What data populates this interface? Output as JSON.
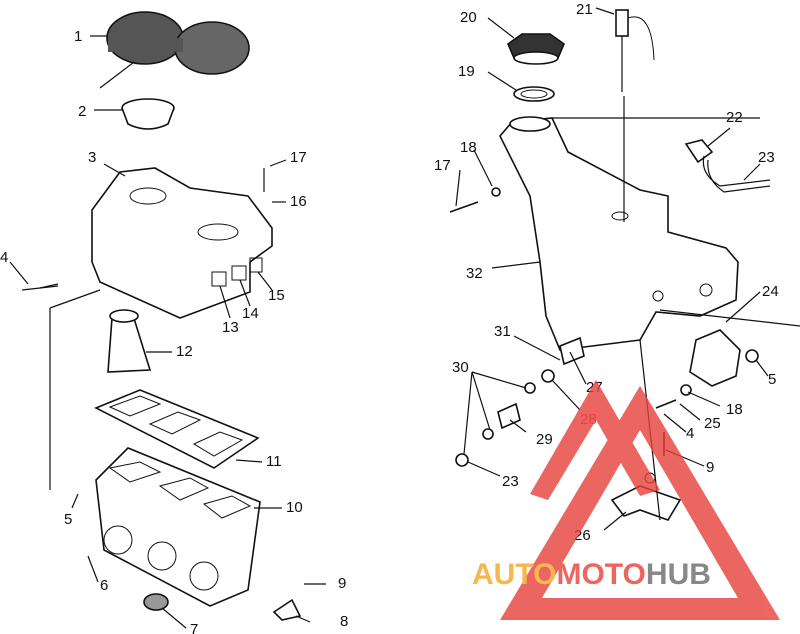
{
  "diagram": {
    "callouts": [
      {
        "id": "c1",
        "text": "1"
      },
      {
        "id": "c2",
        "text": "2"
      },
      {
        "id": "c3",
        "text": "3"
      },
      {
        "id": "c4l",
        "text": "4"
      },
      {
        "id": "c5l",
        "text": "5"
      },
      {
        "id": "c6",
        "text": "6"
      },
      {
        "id": "c7",
        "text": "7"
      },
      {
        "id": "c8",
        "text": "8"
      },
      {
        "id": "c9l",
        "text": "9"
      },
      {
        "id": "c10",
        "text": "10"
      },
      {
        "id": "c11",
        "text": "11"
      },
      {
        "id": "c12",
        "text": "12"
      },
      {
        "id": "c13",
        "text": "13"
      },
      {
        "id": "c14",
        "text": "14"
      },
      {
        "id": "c15",
        "text": "15"
      },
      {
        "id": "c16",
        "text": "16"
      },
      {
        "id": "c17l",
        "text": "17"
      },
      {
        "id": "c17r",
        "text": "17"
      },
      {
        "id": "c18a",
        "text": "18"
      },
      {
        "id": "c18b",
        "text": "18"
      },
      {
        "id": "c19",
        "text": "19"
      },
      {
        "id": "c20",
        "text": "20"
      },
      {
        "id": "c21",
        "text": "21"
      },
      {
        "id": "c22",
        "text": "22"
      },
      {
        "id": "c23a",
        "text": "23"
      },
      {
        "id": "c23b",
        "text": "23"
      },
      {
        "id": "c24",
        "text": "24"
      },
      {
        "id": "c25",
        "text": "25"
      },
      {
        "id": "c26",
        "text": "26"
      },
      {
        "id": "c27",
        "text": "27"
      },
      {
        "id": "c28",
        "text": "28"
      },
      {
        "id": "c29",
        "text": "29"
      },
      {
        "id": "c30",
        "text": "30"
      },
      {
        "id": "c31",
        "text": "31"
      },
      {
        "id": "c32",
        "text": "32"
      },
      {
        "id": "c4r",
        "text": "4"
      },
      {
        "id": "c5r",
        "text": "5"
      },
      {
        "id": "c9r",
        "text": "9"
      }
    ]
  },
  "watermark": {
    "part1": "AUTO",
    "part2": "MOTO",
    "part3": "HUB",
    "color_red": "#e8403a",
    "color_orange": "#f5a623",
    "color_gray": "#6b6b6b"
  }
}
